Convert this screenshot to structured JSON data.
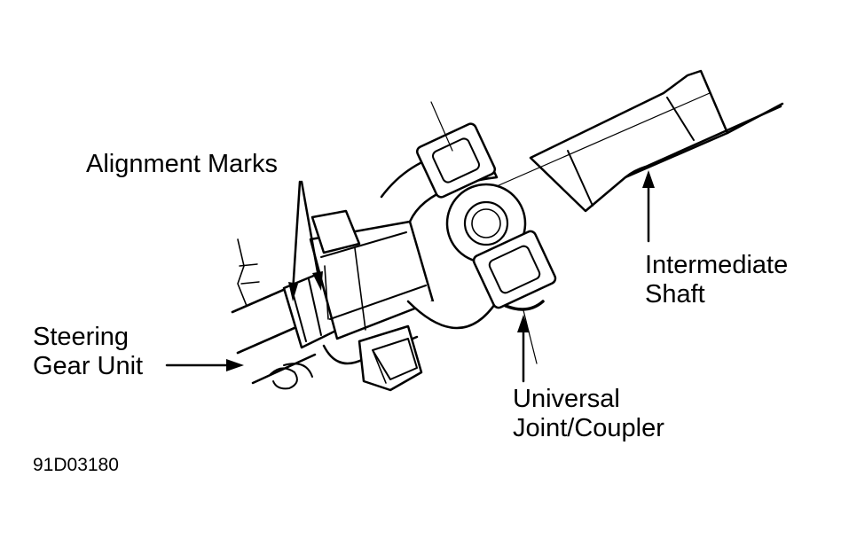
{
  "labels": {
    "alignment_marks": "Alignment Marks",
    "steering_gear_unit": [
      "Steering",
      "Gear Unit"
    ],
    "intermediate_shaft": [
      "Intermediate",
      "Shaft"
    ],
    "universal_joint": [
      "Universal",
      "Joint/Coupler"
    ]
  },
  "figure_id": "91D03180",
  "colors": {
    "ink": "#000000",
    "paper": "#ffffff"
  }
}
